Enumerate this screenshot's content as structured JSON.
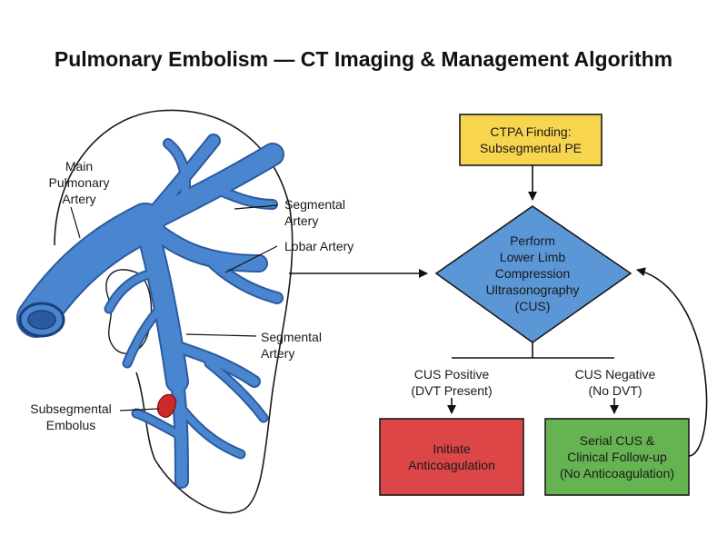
{
  "title": "Pulmonary Embolism — CT Imaging & Management Algorithm",
  "anatomy": {
    "main_artery_label": "Main\nPulmonary\nArtery",
    "segmental_label_upper": "Segmental\nArtery",
    "lobar_label": "Lobar Artery",
    "segmental_label_lower": "Segmental\nArtery",
    "embolus_label": "Subsegmental\nEmbolus"
  },
  "flow": {
    "start": "CTPA Finding:\nSubsegmental PE",
    "decision": "Perform\nLower Limb\nCompression\nUltrasonography\n(CUS)",
    "positive_branch": "CUS Positive\n(DVT Present)",
    "negative_branch": "CUS Negative\n(No DVT)",
    "positive_action": "Initiate\nAnticoagulation",
    "negative_action": "Serial CUS &\nClinical Follow-up\n(No Anticoagulation)"
  },
  "colors": {
    "vessel": "#4a86cf",
    "vessel_dark": "#2c5aa0",
    "embolus": "#cc2a2a",
    "start_box": "#f7d54f",
    "decision": "#5b96d6",
    "positive_box": "#dd4646",
    "negative_box": "#66b351",
    "line": "#111111"
  }
}
